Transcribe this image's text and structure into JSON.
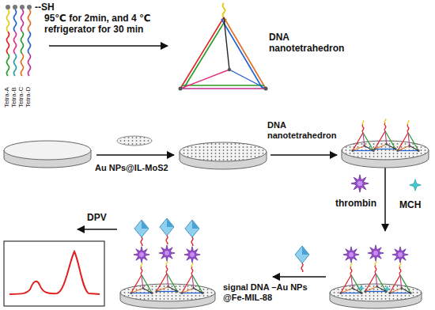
{
  "diagram": {
    "labels": [
      "--SH",
      "Tetra-A",
      "Tetra-B",
      "Tetra-C",
      "Tetra-D",
      "95℃ for 2min, and 4 ℃ refrigerator for 30 min",
      "DNA nanotetrahedron",
      "Au NPs@IL-MoS2",
      "DNA nanotetrahedron",
      "thrombin",
      "MCH",
      "signal DNA –Au NPs @Fe-MIL-88",
      "DPV"
    ]
  }
}
